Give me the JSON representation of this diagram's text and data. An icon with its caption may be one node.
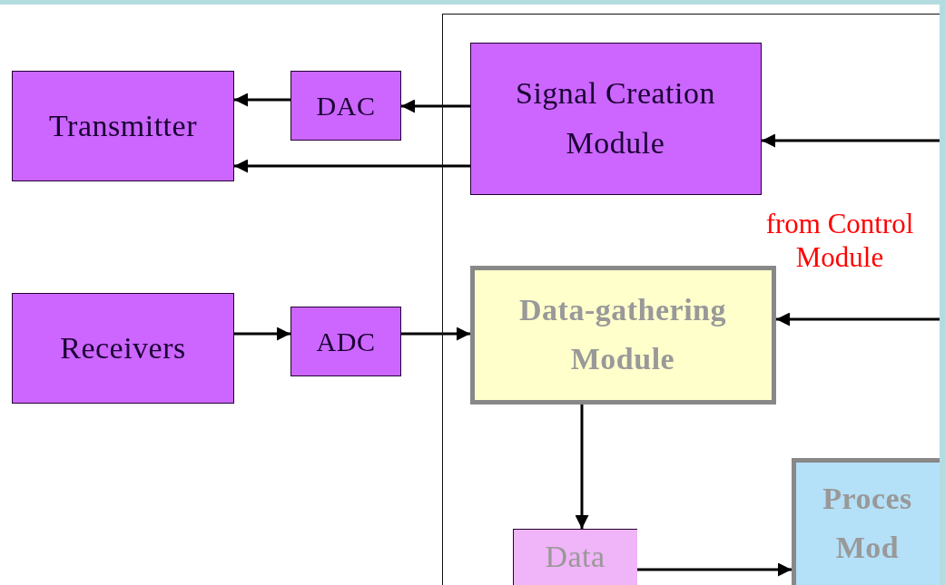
{
  "diagram": {
    "nodes": [
      {
        "text": [],
        "shape": "box"
      },
      {
        "text": [
          "Transmitter"
        ]
      },
      {
        "text": [
          "DAC"
        ]
      },
      {
        "text": [
          "Signal Creation Module"
        ],
        "in": 0
      },
      {
        "text": [
          "Receivers"
        ]
      },
      {
        "text": [
          "ADC"
        ]
      },
      {
        "text": [
          "Data-gathering Module"
        ],
        "in": 0
      },
      {
        "text": [
          "Data"
        ],
        "in": 0
      },
      {
        "text": [
          "Proces Mod"
        ],
        "in": 0
      }
    ],
    "edges": [
      {
        "from": 3,
        "to": 2,
        "arrow": "to"
      },
      {
        "from": 2,
        "to": 1,
        "arrow": "to"
      },
      {
        "from": 3,
        "to": 1,
        "arrow": "to"
      },
      {
        "from": null,
        "to": 3,
        "arrow": "to"
      },
      {
        "from": 4,
        "to": 5,
        "arrow": "to"
      },
      {
        "from": 5,
        "to": 6,
        "arrow": "to"
      },
      {
        "from": null,
        "to": 6,
        "arrow": "to"
      },
      {
        "from": 6,
        "to": 7,
        "arrow": "to"
      },
      {
        "from": 7,
        "to": 8,
        "arrow": "to"
      }
    ],
    "labels": [
      "from Control Module"
    ]
  }
}
